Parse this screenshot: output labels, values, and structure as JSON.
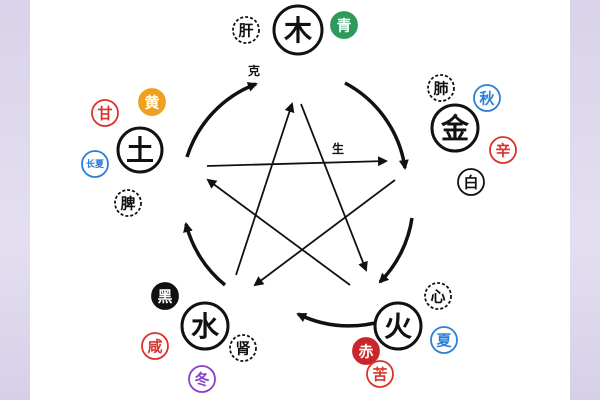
{
  "cycle": {
    "overcome_label": "克",
    "generate_label": "生"
  },
  "elements": [
    {
      "key": "wood",
      "main_glyph": "木",
      "labels": [
        {
          "text": "肝",
          "style": "dashed"
        },
        {
          "text": "青",
          "style": "filled",
          "color": "#2e9a5b"
        }
      ]
    },
    {
      "key": "metal",
      "main_glyph": "金",
      "labels": [
        {
          "text": "肺",
          "style": "dashed"
        },
        {
          "text": "秋",
          "style": "outline",
          "color": "#2d7fd6"
        },
        {
          "text": "辛",
          "style": "outline",
          "color": "#d9342b"
        },
        {
          "text": "白",
          "style": "outline",
          "color": "#111111"
        }
      ]
    },
    {
      "key": "fire",
      "main_glyph": "火",
      "labels": [
        {
          "text": "心",
          "style": "dashed"
        },
        {
          "text": "夏",
          "style": "outline",
          "color": "#2d7fd6"
        },
        {
          "text": "赤",
          "style": "filled",
          "color": "#c8262b"
        },
        {
          "text": "苦",
          "style": "outline",
          "color": "#d9342b"
        }
      ]
    },
    {
      "key": "water",
      "main_glyph": "水",
      "labels": [
        {
          "text": "黑",
          "style": "filled",
          "color": "#111111"
        },
        {
          "text": "咸",
          "style": "outline",
          "color": "#d9342b"
        },
        {
          "text": "肾",
          "style": "dashed"
        },
        {
          "text": "冬",
          "style": "outline",
          "color": "#8a3fc8"
        }
      ]
    },
    {
      "key": "earth",
      "main_glyph": "土",
      "labels": [
        {
          "text": "甘",
          "style": "outline",
          "color": "#d9342b"
        },
        {
          "text": "黄",
          "style": "filled",
          "color": "#f0a020"
        },
        {
          "text": "长夏",
          "style": "outline",
          "color": "#2d7fd6"
        },
        {
          "text": "脾",
          "style": "dashed"
        }
      ]
    }
  ],
  "colors": {
    "background": "#ddd6ec",
    "panel": "#ffffff",
    "ink": "#111111"
  }
}
